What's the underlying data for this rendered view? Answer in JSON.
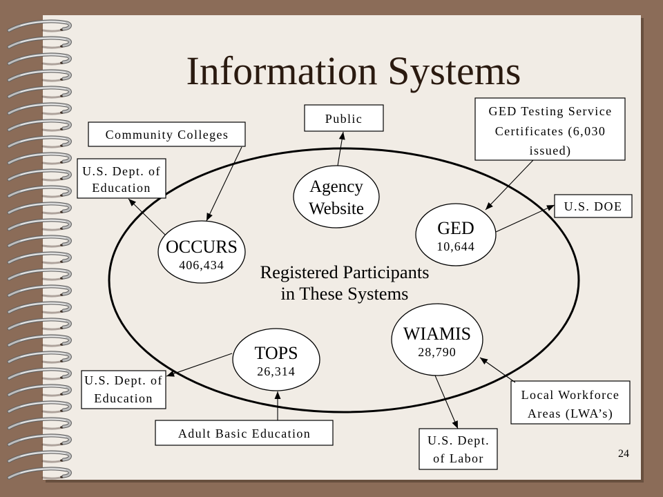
{
  "colors": {
    "frame": "#8b6c58",
    "paper": "#f1ece5",
    "title": "#2a1a10",
    "ink": "#000000"
  },
  "slide": {
    "title": "Information Systems",
    "page_number": "24"
  },
  "diagram": {
    "center_label": {
      "lines": [
        "Registered Participants",
        "in These Systems"
      ]
    },
    "systems": {
      "agency_website": {
        "lines": [
          "Agency",
          "Website"
        ]
      },
      "occurs": {
        "name": "OCCURS",
        "count": "406,434"
      },
      "ged": {
        "name": "GED",
        "count": "10,644"
      },
      "tops": {
        "name": "TOPS",
        "count": "26,314"
      },
      "wiamis": {
        "name": "WIAMIS",
        "count": "28,790"
      }
    },
    "entities": {
      "public": {
        "lines": [
          "Public"
        ]
      },
      "community_colleges": {
        "lines": [
          "Community Colleges"
        ]
      },
      "us_dept_education_top": {
        "lines": [
          "U.S. Dept. of",
          "Education"
        ]
      },
      "ged_testing_service": {
        "lines": [
          "GED Testing Service",
          "Certificates (6,030",
          "issued)"
        ]
      },
      "us_doe": {
        "lines": [
          "U.S. DOE"
        ]
      },
      "us_dept_education_bottom": {
        "lines": [
          "U.S. Dept. of",
          "Education"
        ]
      },
      "adult_basic_education": {
        "lines": [
          "Adult Basic Education"
        ]
      },
      "us_dept_labor": {
        "lines": [
          "U.S. Dept.",
          "of Labor"
        ]
      },
      "local_workforce_areas": {
        "lines": [
          "Local Workforce",
          "Areas (LWA’s)"
        ]
      }
    }
  }
}
